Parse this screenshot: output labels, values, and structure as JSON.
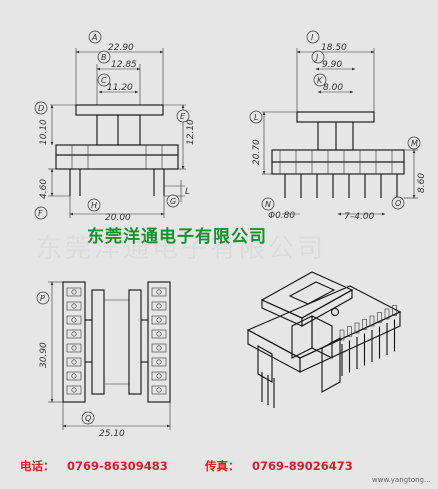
{
  "company": {
    "name": "东莞洋通电子有限公司",
    "watermark": "东莞洋通电子有限公司"
  },
  "contact": {
    "phone_label": "电话：",
    "phone": "0769-86309483",
    "fax_label": "传真：",
    "fax": "0769-89026473"
  },
  "footer_text": "www.yangtong...",
  "drawing": {
    "front_view": {
      "dims": {
        "A": "22.90",
        "B": "12.85",
        "C": "11.20",
        "D": "10.10",
        "E": "12.10",
        "F": "4.60",
        "G": "",
        "H": "20.00",
        "L": "L"
      }
    },
    "side_view": {
      "dims": {
        "I": "18.50",
        "J": "9.90",
        "K": "8.00",
        "L": "20.70",
        "M": "8.60",
        "N": "Φ0.80",
        "O": "7–4.00"
      }
    },
    "top_view": {
      "dims": {
        "P": "30.90",
        "Q": "25.10"
      }
    },
    "circle_letters": {
      "A": "A",
      "B": "B",
      "C": "C",
      "D": "D",
      "E": "E",
      "F": "F",
      "G": "G",
      "H": "H",
      "I": "I",
      "J": "J",
      "K": "K",
      "L": "L",
      "M": "M",
      "N": "N",
      "O": "O",
      "P": "P",
      "Q": "Q"
    }
  }
}
